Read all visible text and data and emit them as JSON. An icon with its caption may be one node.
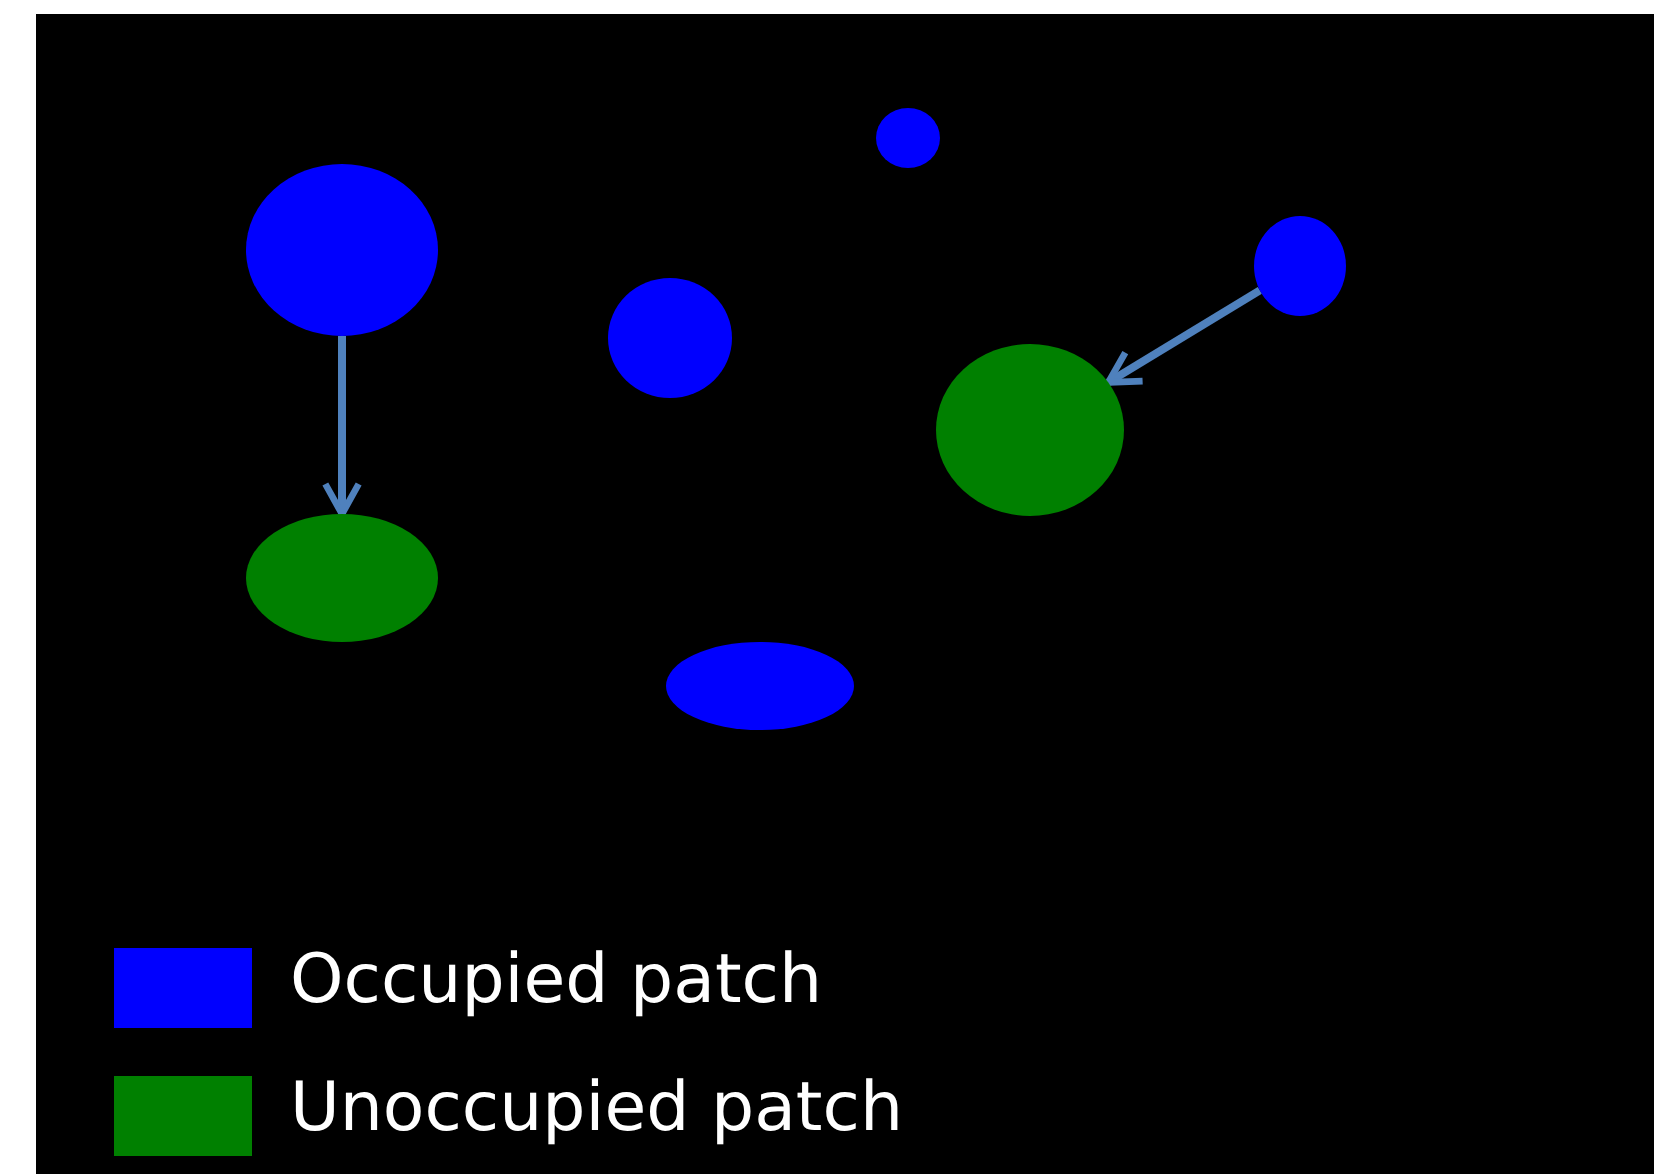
{
  "diagram": {
    "nodes": [
      {
        "text": [],
        "shape": "circle"
      },
      {
        "text": [],
        "shape": "circle"
      },
      {
        "text": [],
        "shape": "circle"
      },
      {
        "text": [],
        "shape": "circle"
      },
      {
        "text": [],
        "shape": "circle"
      },
      {
        "text": [],
        "shape": "circle"
      },
      {
        "text": [],
        "shape": "circle"
      }
    ],
    "edges": [
      {
        "from": 0,
        "to": 1,
        "arrow": "to"
      },
      {
        "from": 6,
        "to": 5,
        "arrow": "to"
      }
    ],
    "legend": [
      {
        "text": "Occupied patch",
        "color": "#0000ff"
      },
      {
        "text": "Unoccupied patch",
        "color": "#008000"
      }
    ]
  }
}
